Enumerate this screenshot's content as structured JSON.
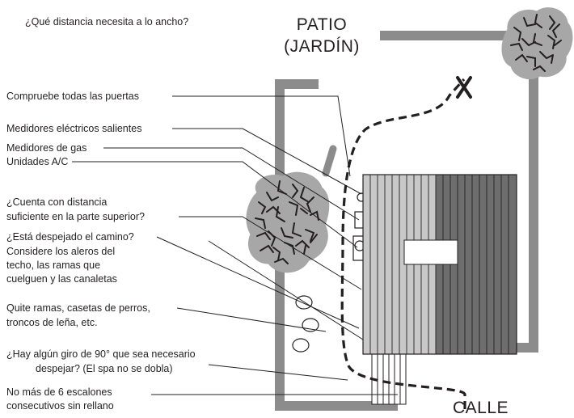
{
  "header": {
    "question": "¿Qué distancia necesita a lo ancho?"
  },
  "labels": {
    "patio": "PATIO",
    "jardin": "(JARDÍN)",
    "calle": "CALLE"
  },
  "callouts": [
    {
      "lines": [
        "Compruebe todas las puertas"
      ]
    },
    {
      "lines": [
        "Medidores eléctricos salientes"
      ]
    },
    {
      "lines": [
        "Medidores de gas"
      ]
    },
    {
      "lines": [
        "Unidades A/C"
      ]
    },
    {
      "lines": [
        "¿Cuenta con distancia",
        "suficiente en la parte superior?"
      ]
    },
    {
      "lines": [
        "¿Está despejado el camino?"
      ]
    },
    {
      "lines": [
        "Considere los aleros del",
        "techo, las ramas que",
        "cuelguen y las canaletas"
      ]
    },
    {
      "lines": [
        "Quite ramas, casetas de perros,",
        "troncos de leña, etc."
      ]
    },
    {
      "lines": [
        "¿Hay algún giro de 90° que sea necesario",
        "despejar? (El spa no se dobla)"
      ]
    },
    {
      "lines": [
        "No más de 6 escalones",
        "consecutivos sin rellano"
      ]
    }
  ],
  "colors": {
    "wall": "#8c8c8c",
    "spa_light": "#c8c8c8",
    "spa_dark": "#6e6e6e",
    "tree": "#a7a7a7",
    "ink": "#231f20"
  }
}
